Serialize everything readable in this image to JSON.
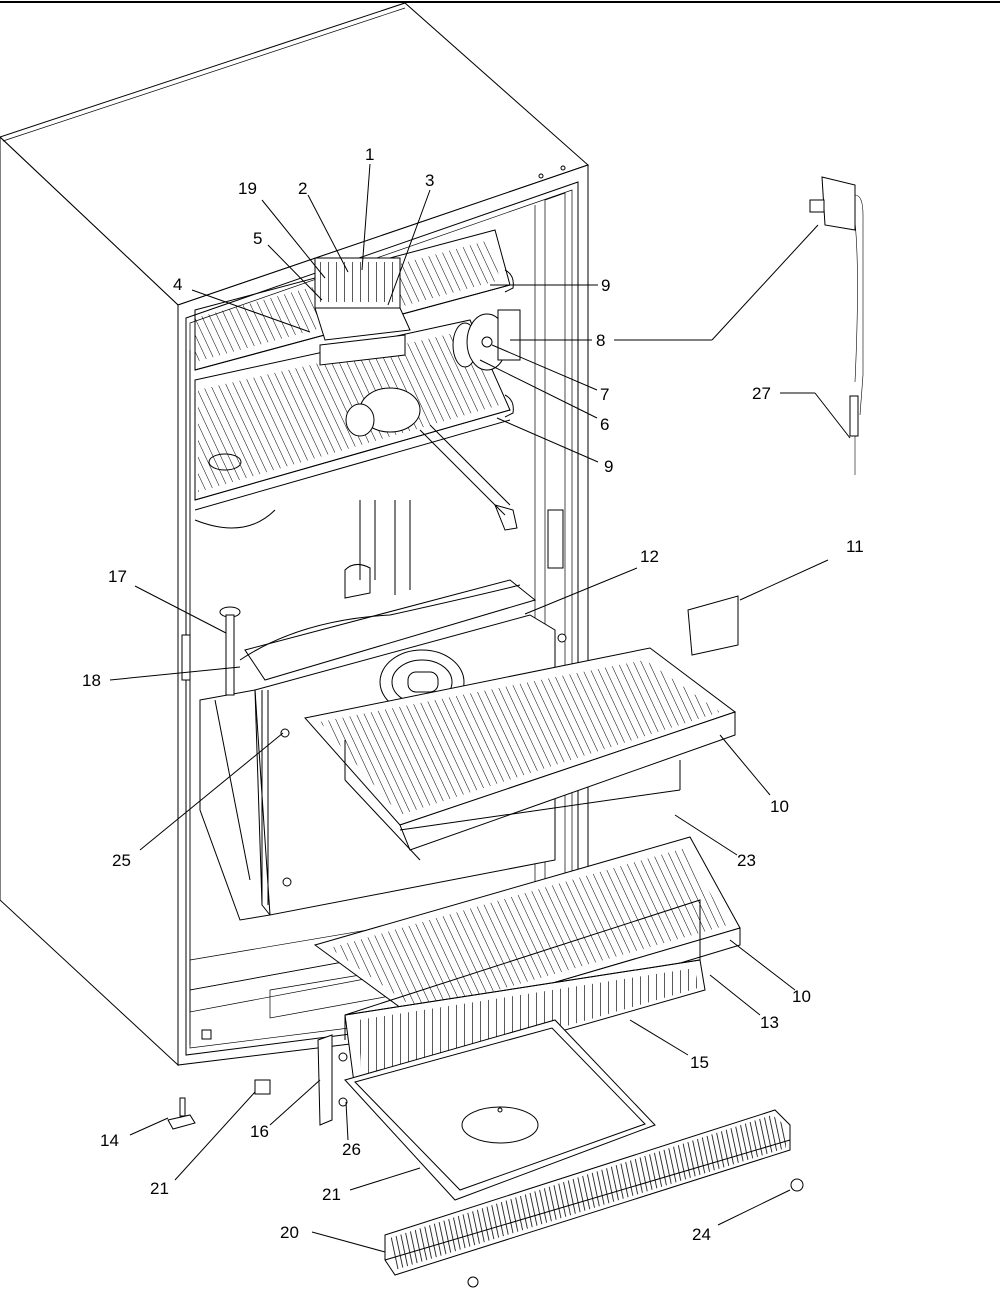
{
  "callouts": [
    "1",
    "2",
    "3",
    "4",
    "5",
    "6",
    "7",
    "8",
    "9",
    "9",
    "10",
    "10",
    "11",
    "12",
    "13",
    "14",
    "15",
    "16",
    "17",
    "18",
    "19",
    "20",
    "21",
    "21",
    "23",
    "24",
    "25",
    "26",
    "27"
  ],
  "parts": {
    "cabinet": "cabinet-body",
    "shelves": "wire-shelves",
    "drawer": "crisper-basket",
    "tray": "drip-tray",
    "grille": "toe-grille",
    "control": "thermostat-control"
  }
}
